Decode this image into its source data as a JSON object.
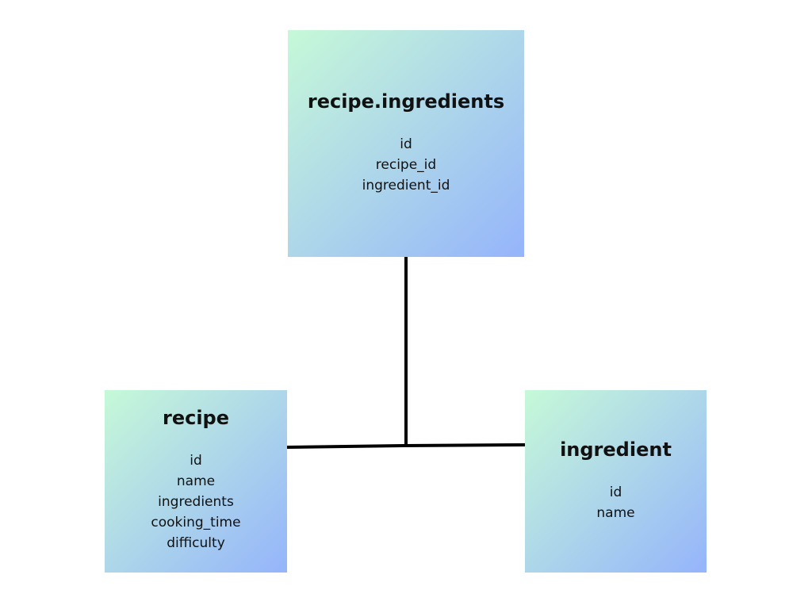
{
  "colors": {
    "gradient_start": "#c6f9d8",
    "gradient_end": "#95b4fb",
    "connector": "#000000",
    "text": "#111111",
    "background": "#ffffff"
  },
  "entities": {
    "join": {
      "title": "recipe.ingredients",
      "fields": [
        "id",
        "recipe_id",
        "ingredient_id"
      ]
    },
    "recipe": {
      "title": "recipe",
      "fields": [
        "id",
        "name",
        "ingredients",
        "cooking_time",
        "difficulty"
      ]
    },
    "ingredient": {
      "title": "ingredient",
      "fields": [
        "id",
        "name"
      ]
    }
  },
  "relationships": [
    {
      "from": "recipe.ingredients",
      "to": "recipe"
    },
    {
      "from": "recipe.ingredients",
      "to": "ingredient"
    }
  ]
}
